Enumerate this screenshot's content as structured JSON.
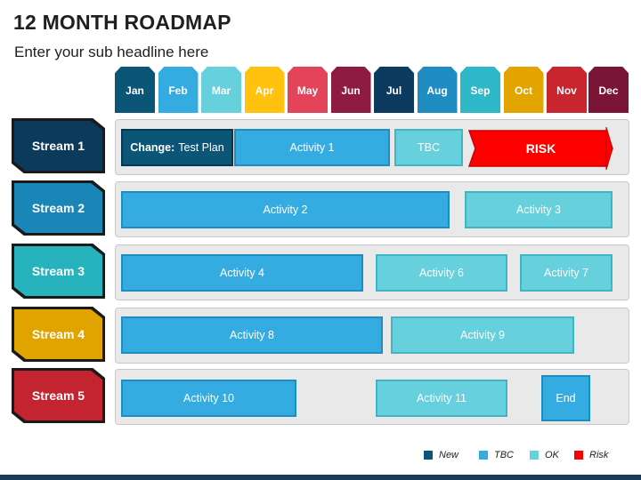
{
  "slide": {
    "title": "12 MONTH ROADMAP",
    "subtitle": "Enter your sub headline here"
  },
  "months": [
    {
      "label": "Jan",
      "color": "#0b5577"
    },
    {
      "label": "Feb",
      "color": "#35ace1"
    },
    {
      "label": "Mar",
      "color": "#66d0dd"
    },
    {
      "label": "Apr",
      "color": "#ffc20e"
    },
    {
      "label": "May",
      "color": "#e3445a"
    },
    {
      "label": "Jun",
      "color": "#8d1b42"
    },
    {
      "label": "Jul",
      "color": "#0d3a5f"
    },
    {
      "label": "Aug",
      "color": "#1f8dc2"
    },
    {
      "label": "Sep",
      "color": "#2fb8c8"
    },
    {
      "label": "Oct",
      "color": "#e3a400"
    },
    {
      "label": "Nov",
      "color": "#c8252f"
    },
    {
      "label": "Dec",
      "color": "#7b1538"
    }
  ],
  "streams": [
    {
      "label": "Stream 1",
      "color": "#0b3a5a"
    },
    {
      "label": "Stream 2",
      "color": "#1a86b8"
    },
    {
      "label": "Stream 3",
      "color": "#27b3bd"
    },
    {
      "label": "Stream 4",
      "color": "#e0a300"
    },
    {
      "label": "Stream 5",
      "color": "#c42430"
    }
  ],
  "stream1": {
    "change_bold": "Change:",
    "change_text": "Test Plan",
    "activity1": "Activity 1",
    "tbc": "TBC",
    "risk": "RISK"
  },
  "stream2": {
    "activity2": "Activity 2",
    "activity3": "Activity 3"
  },
  "stream3": {
    "activity4": "Activity 4",
    "activity6": "Activity 6",
    "activity7": "Activity 7"
  },
  "stream4": {
    "activity8": "Activity 8",
    "activity9": "Activity 9"
  },
  "stream5": {
    "activity10": "Activity 10",
    "activity11": "Activity 11",
    "end": "End"
  },
  "legend": [
    {
      "label": "New",
      "color": "#0b5577"
    },
    {
      "label": "TBC",
      "color": "#35ace1"
    },
    {
      "label": "OK",
      "color": "#66d0dd"
    },
    {
      "label": "Risk",
      "color": "#ff0000"
    }
  ],
  "colors": {
    "risk": "#ff0000",
    "footer": "#1b3b5a"
  }
}
